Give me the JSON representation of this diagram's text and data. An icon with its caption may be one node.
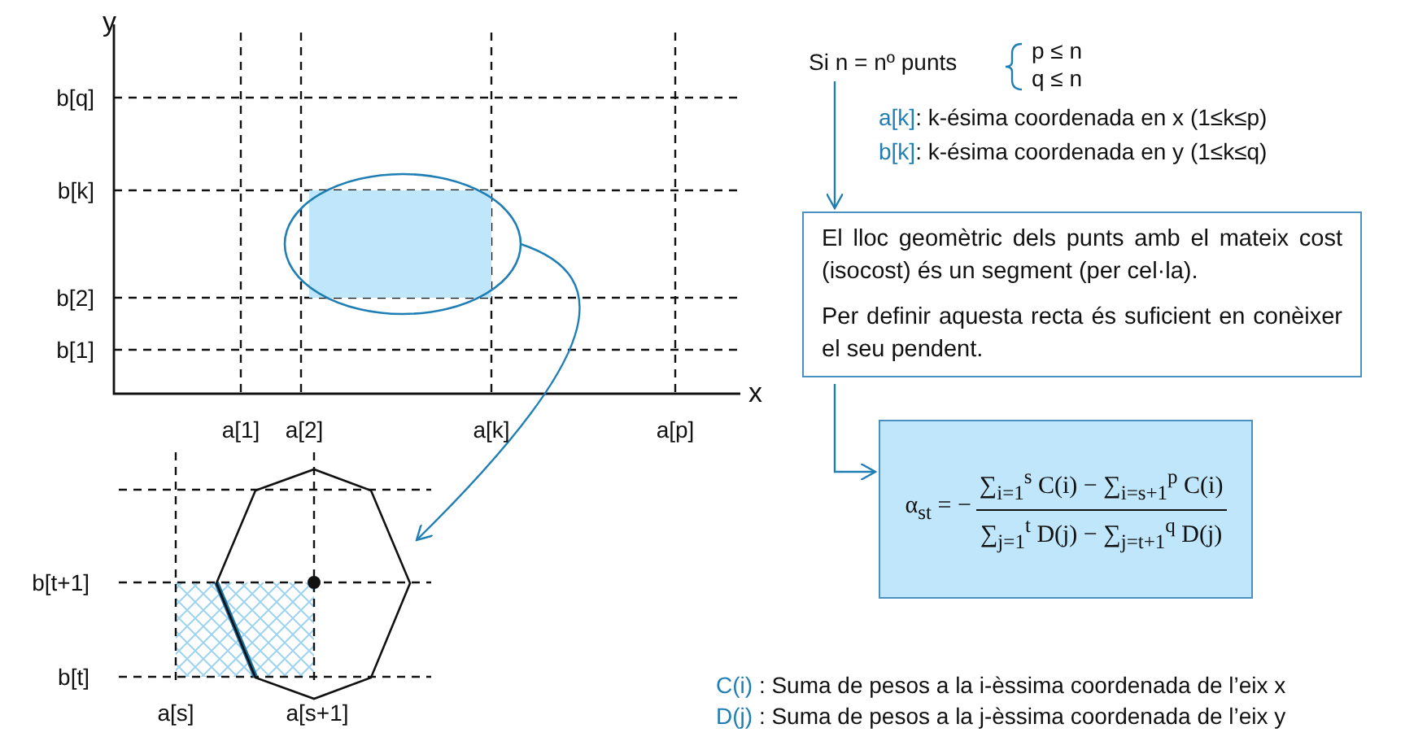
{
  "diagram": {
    "nodes": [
      {
        "text": [
          "Si n = nº punts"
        ]
      },
      {
        "text": [
          "El lloc geomètric dels punts amb el mateix cost (isocost) és un segment (per cel·la).",
          "Per definir aquesta recta és suficient en conèixer el seu pendent."
        ]
      },
      {
        "text": [
          "α$_{st}$ = −",
          "∑$_{i=1}$$^{s}$ C(i) − ∑$_{i=s+1}$$^{p}$ C(i)",
          "∑$_{j=1}$$^{t}$ D(j) − ∑$_{j=t+1}$$^{q}$ D(j)"
        ]
      },
      {
        "text": [],
        "shape": "ellipse"
      },
      {
        "text": [],
        "shape": "octagon"
      }
    ],
    "edges": [
      {
        "from": 0,
        "to": 1,
        "arrow": "to"
      },
      {
        "from": 1,
        "to": 2,
        "arrow": "to"
      },
      {
        "from": 3,
        "to": 4,
        "arrow": "to"
      }
    ],
    "labels": [
      "y",
      "b[q]",
      "b[k]",
      "b[2]",
      "b[1]",
      "x",
      "a[1]",
      "a[2]",
      "a[k]",
      "a[p]",
      "b[t+1]",
      "b[t]",
      "a[s]",
      "a[s+1]",
      "p ≤ n",
      "q ≤ n",
      "a[k]: k-ésima coordenada en x (1≤k≤p)",
      "b[k]: k-ésima coordenada en y (1≤k≤q)",
      "C(i) : Suma de pesos a la i-èssima coordenada de l’eix x",
      "D(j) : Suma de pesos a la j-èssima coordenada de l’eix y"
    ]
  }
}
